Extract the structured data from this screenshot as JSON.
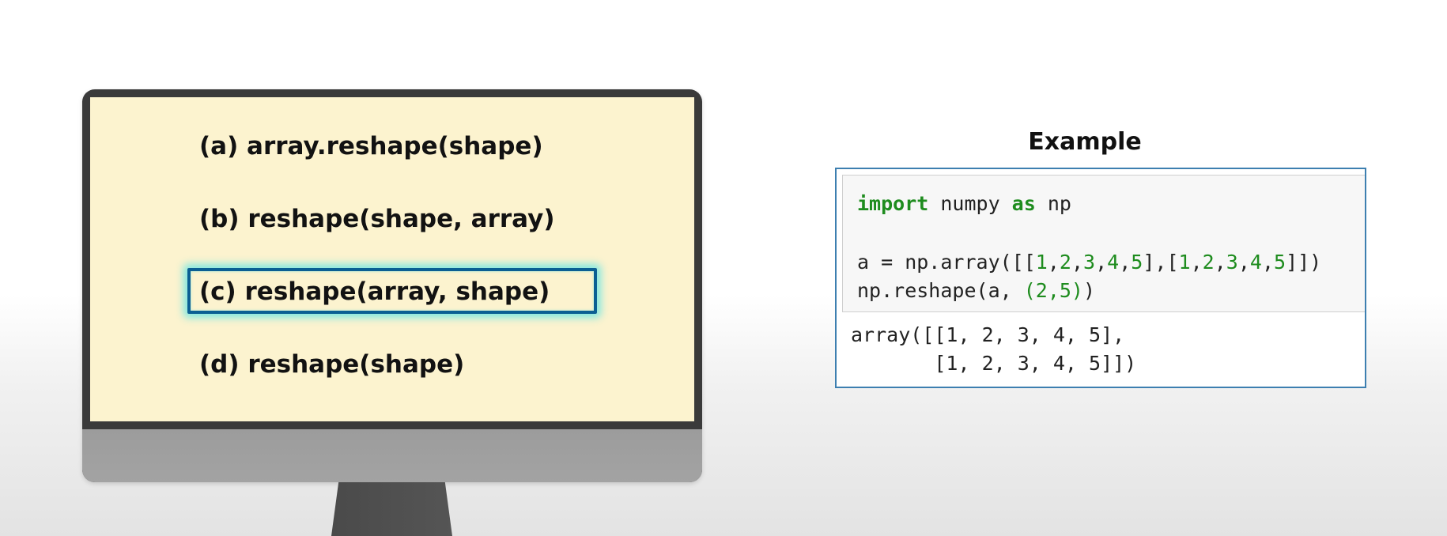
{
  "quiz": {
    "options": [
      {
        "label": "(a) array.reshape(shape)",
        "selected": false
      },
      {
        "label": "(b) reshape(shape, array)",
        "selected": false
      },
      {
        "label": "(c) reshape(array, shape)",
        "selected": true
      },
      {
        "label": "(d) reshape(shape)",
        "selected": false
      }
    ],
    "highlight_color": "#0b5f93",
    "glow_color": "#40e2e9",
    "screen_color": "#fcf3cf"
  },
  "example": {
    "title": "Example",
    "code": {
      "line1": {
        "kw1": "import",
        "mid": " numpy ",
        "kw2": "as",
        "end": " np"
      },
      "line2": {
        "prefix": "a = np.array([[",
        "row1": [
          "1",
          "2",
          "3",
          "4",
          "5"
        ],
        "between": "],[",
        "row2": [
          "1",
          "2",
          "3",
          "4",
          "5"
        ],
        "suffix": "]])"
      },
      "line3": {
        "prefix": "np.reshape(a, ",
        "args": "(2,5)",
        "suffix": ")"
      }
    },
    "output": {
      "line1": "array([[1, 2, 3, 4, 5],",
      "line2": "       [1, 2, 3, 4, 5]])"
    },
    "keyword_color": "#1e8c1e",
    "border_color": "#3d7fb0"
  }
}
